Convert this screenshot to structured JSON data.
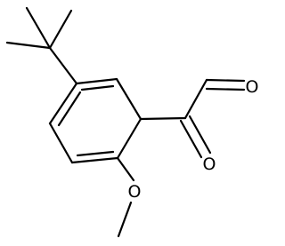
{
  "molecule": {
    "atom_labels": {
      "aldehyde_oxygen": "O",
      "ketone_oxygen": "O",
      "methoxy_oxygen": "O"
    },
    "colors": {
      "background": "#ffffff",
      "bond": "#000000",
      "label": "#000000"
    }
  }
}
